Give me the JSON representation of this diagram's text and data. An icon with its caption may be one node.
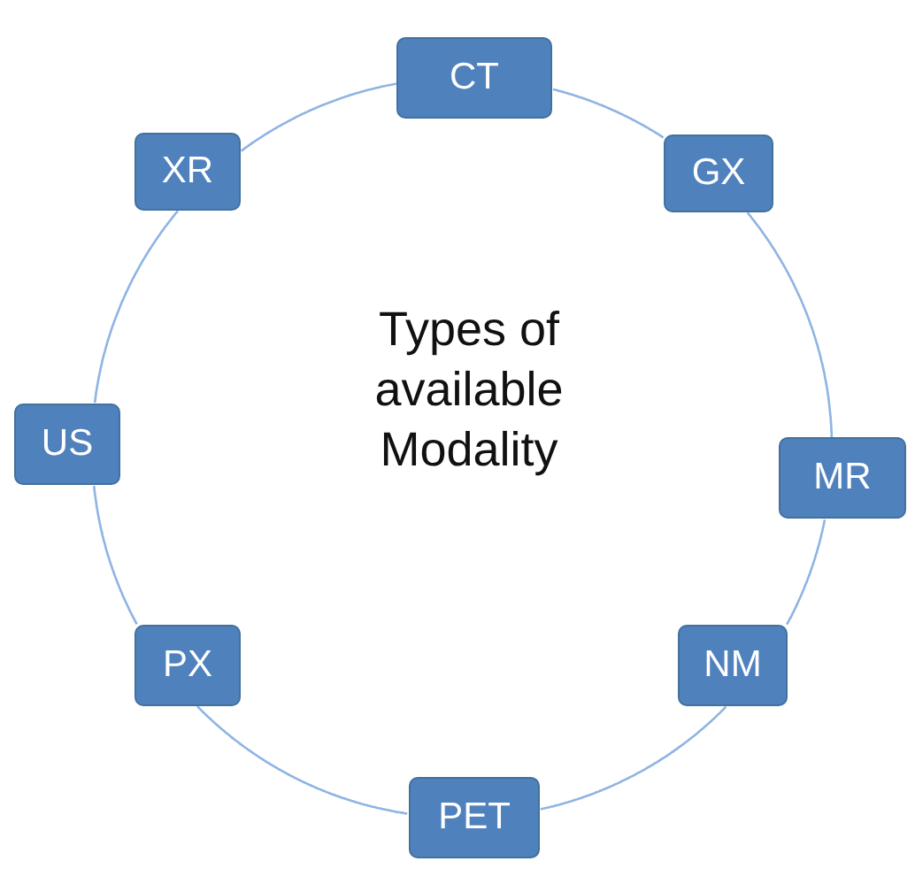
{
  "diagram": {
    "nodes": [
      {
        "text": [
          "CT"
        ]
      },
      {
        "text": [
          "GX"
        ]
      },
      {
        "text": [
          "MR"
        ]
      },
      {
        "text": [
          "NM"
        ]
      },
      {
        "text": [
          "PET"
        ]
      },
      {
        "text": [
          "PX"
        ]
      },
      {
        "text": [
          "US"
        ]
      },
      {
        "text": [
          "XR"
        ]
      }
    ],
    "edges": [
      {
        "from": 0,
        "to": 1,
        "arrow": "none"
      },
      {
        "from": 1,
        "to": 2,
        "arrow": "none"
      },
      {
        "from": 2,
        "to": 3,
        "arrow": "none"
      },
      {
        "from": 3,
        "to": 4,
        "arrow": "none"
      },
      {
        "from": 4,
        "to": 5,
        "arrow": "none"
      },
      {
        "from": 5,
        "to": 6,
        "arrow": "none"
      },
      {
        "from": 6,
        "to": 7,
        "arrow": "none"
      },
      {
        "from": 7,
        "to": 0,
        "arrow": "none"
      }
    ],
    "labels": [
      "Types of available Modality"
    ]
  }
}
